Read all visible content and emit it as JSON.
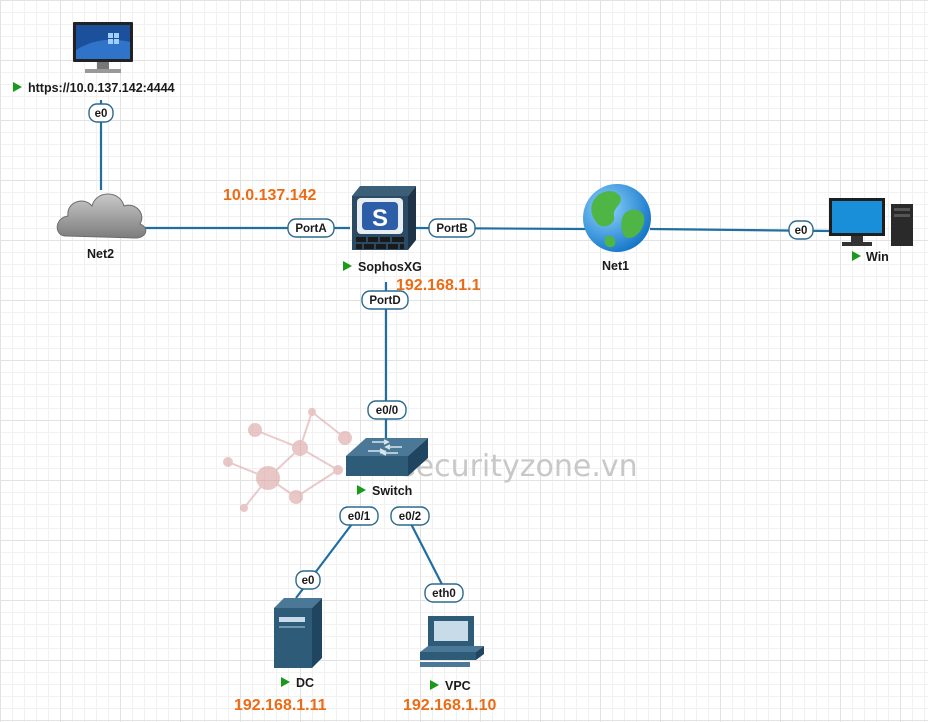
{
  "nodes": {
    "mgmt_pc": {
      "label": "https://10.0.137.142:4444",
      "icon": "monitor-icon"
    },
    "net2": {
      "label": "Net2",
      "icon": "cloud-icon"
    },
    "sophos": {
      "label": "SophosXG",
      "icon": "sophos-firewall-icon"
    },
    "net1": {
      "label": "Net1",
      "icon": "globe-icon"
    },
    "win": {
      "label": "Win",
      "icon": "desktop-pc-icon"
    },
    "switch": {
      "label": "Switch",
      "icon": "switch-icon"
    },
    "dc": {
      "label": "DC",
      "icon": "server-tower-icon"
    },
    "vpc": {
      "label": "VPC",
      "icon": "workstation-icon"
    }
  },
  "ports": {
    "mgmt_e0": "e0",
    "sophos_porta": "PortA",
    "sophos_portb": "PortB",
    "sophos_portd": "PortD",
    "win_e0": "e0",
    "switch_e00": "e0/0",
    "switch_e01": "e0/1",
    "switch_e02": "e0/2",
    "dc_e0": "e0",
    "vpc_eth0": "eth0"
  },
  "ips": {
    "porta": "10.0.137.142",
    "lan": "192.168.1.1",
    "dc": "192.168.1.11",
    "vpc": "192.168.1.10"
  },
  "watermark": "securityzone.vn",
  "colors": {
    "link": "#1f6fa0",
    "ip_text": "#ee6a13",
    "running_indicator": "#1a9a1a",
    "device_blue": "#2e5c78"
  }
}
